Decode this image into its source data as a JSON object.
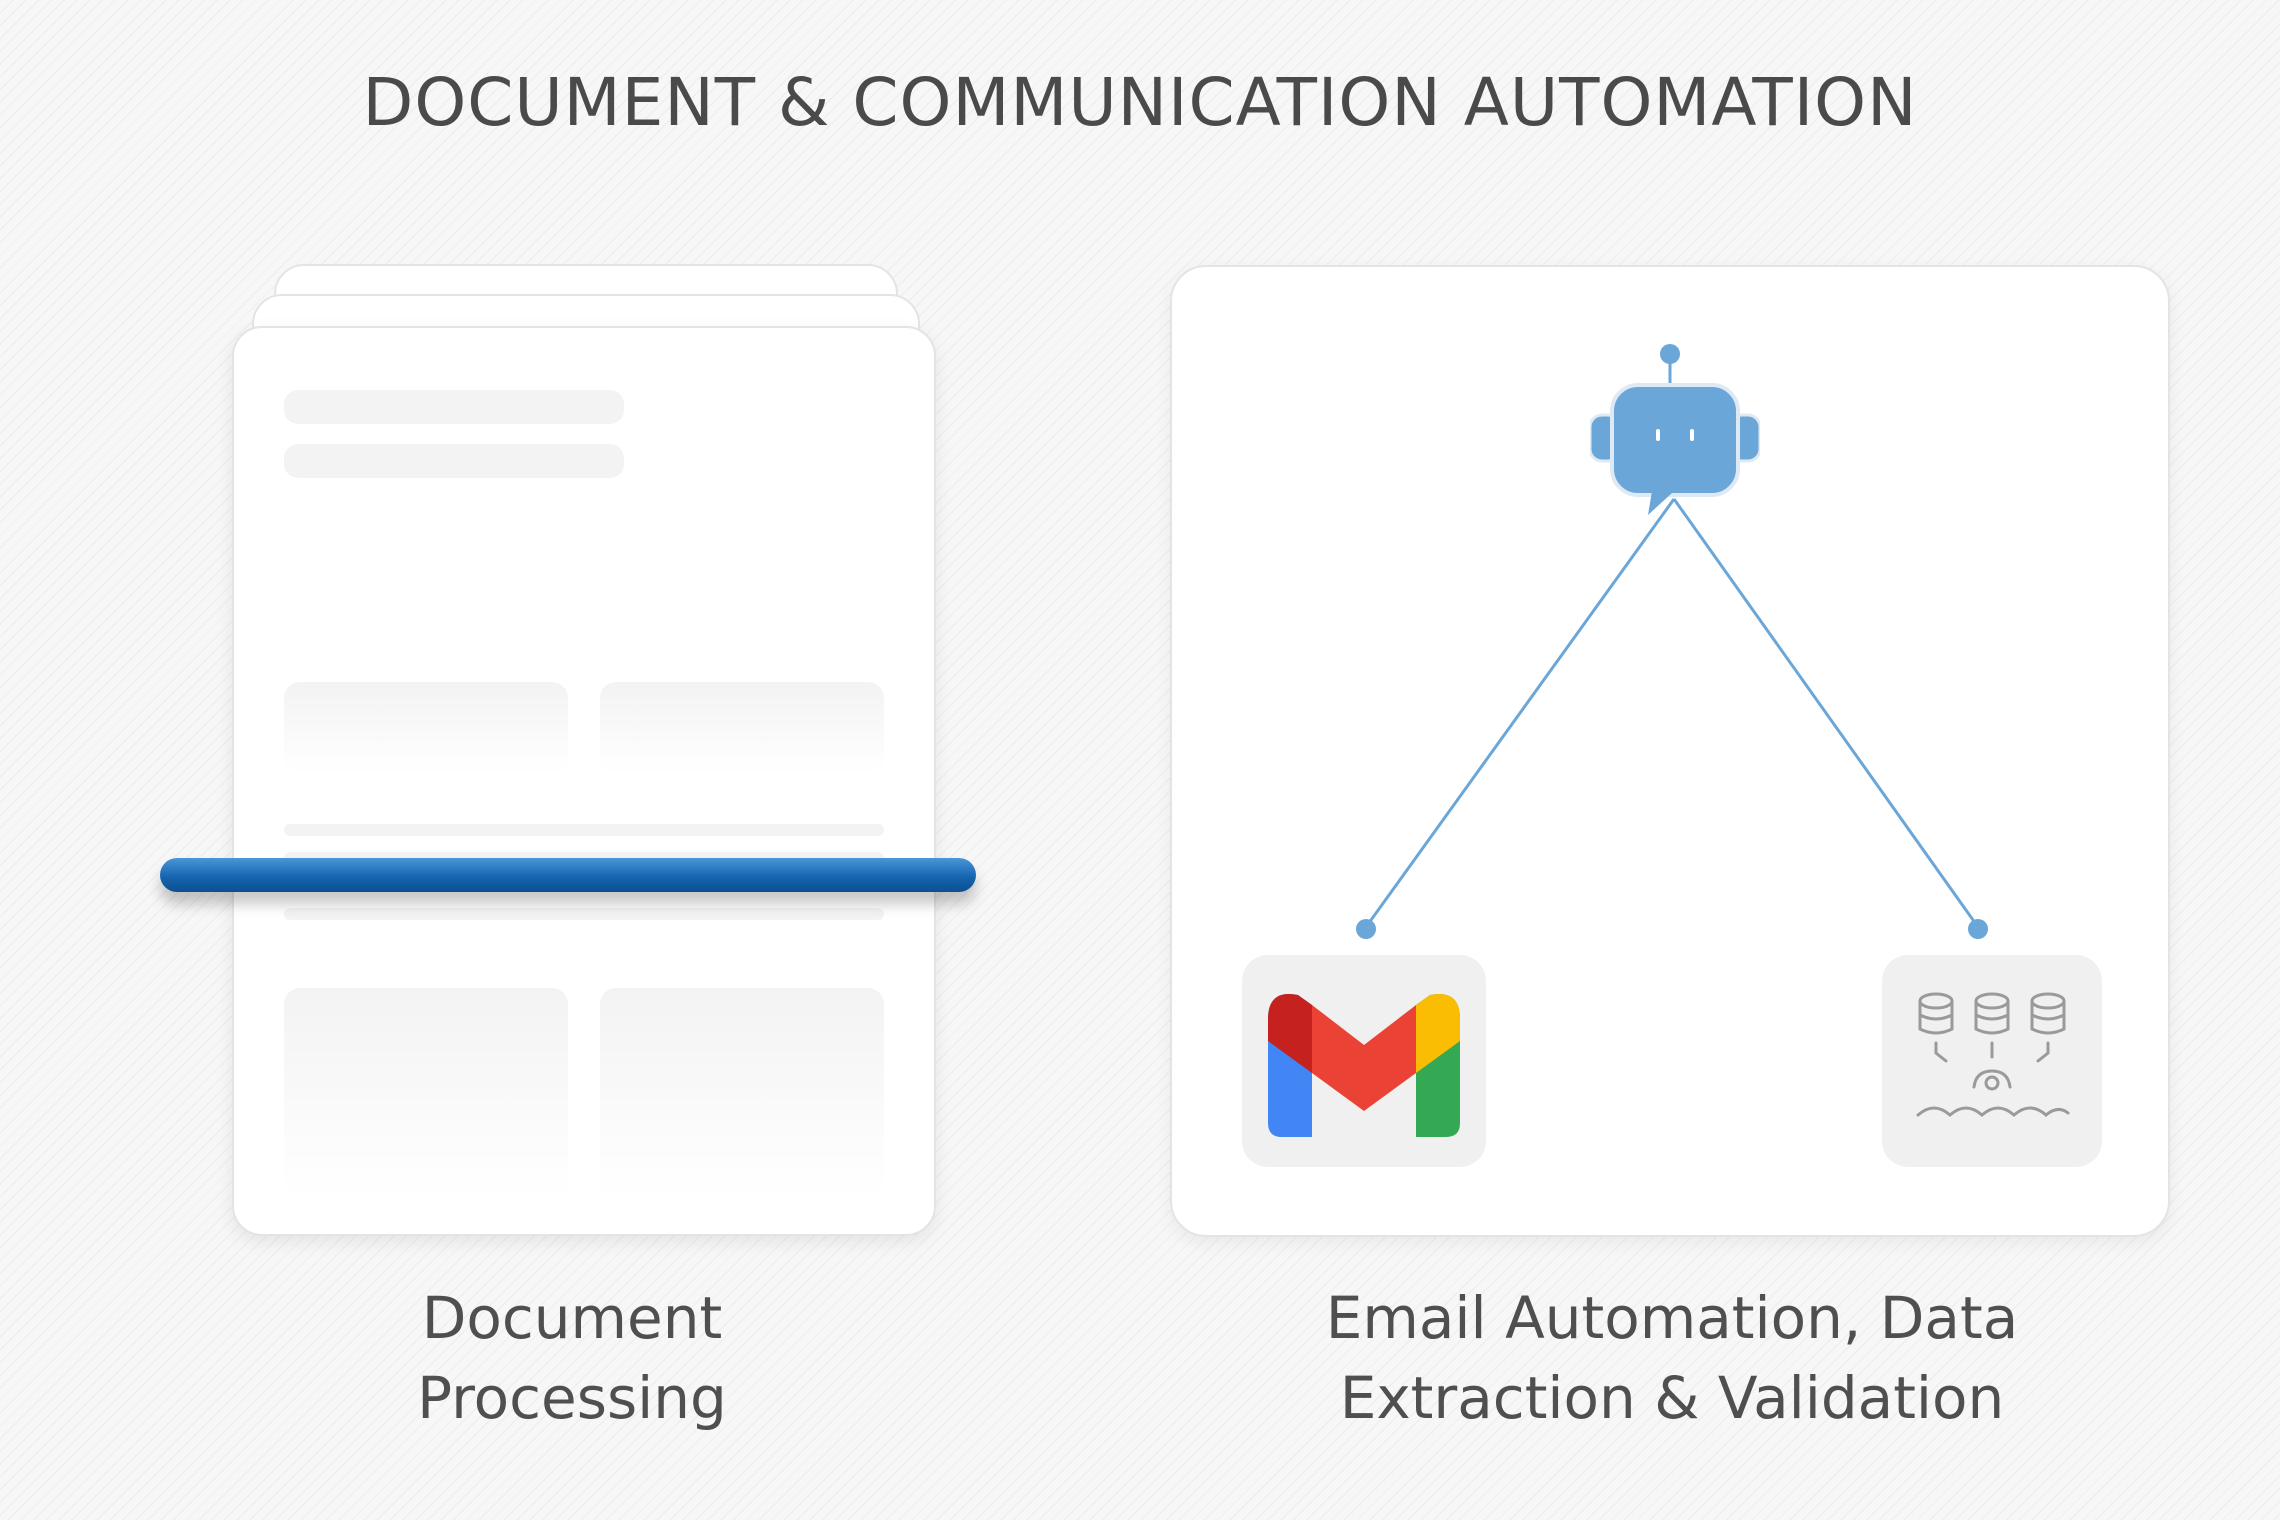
{
  "title": "DOCUMENT & COMMUNICATION AUTOMATION",
  "left_panel": {
    "caption_line1": "Document",
    "caption_line2": "Processing"
  },
  "right_panel": {
    "caption_line1": "Email Automation, Data",
    "caption_line2": "Extraction & Validation",
    "nodes": {
      "top": "robot-chat-icon",
      "left": "gmail-icon",
      "right": "database-extraction-icon"
    }
  },
  "colors": {
    "accent_blue": "#6aa6d8",
    "scan_bar": "#1565b0",
    "gmail_red": "#ea4335",
    "gmail_blue": "#4285f4",
    "gmail_green": "#34a853",
    "gmail_yellow": "#fbbc04"
  }
}
